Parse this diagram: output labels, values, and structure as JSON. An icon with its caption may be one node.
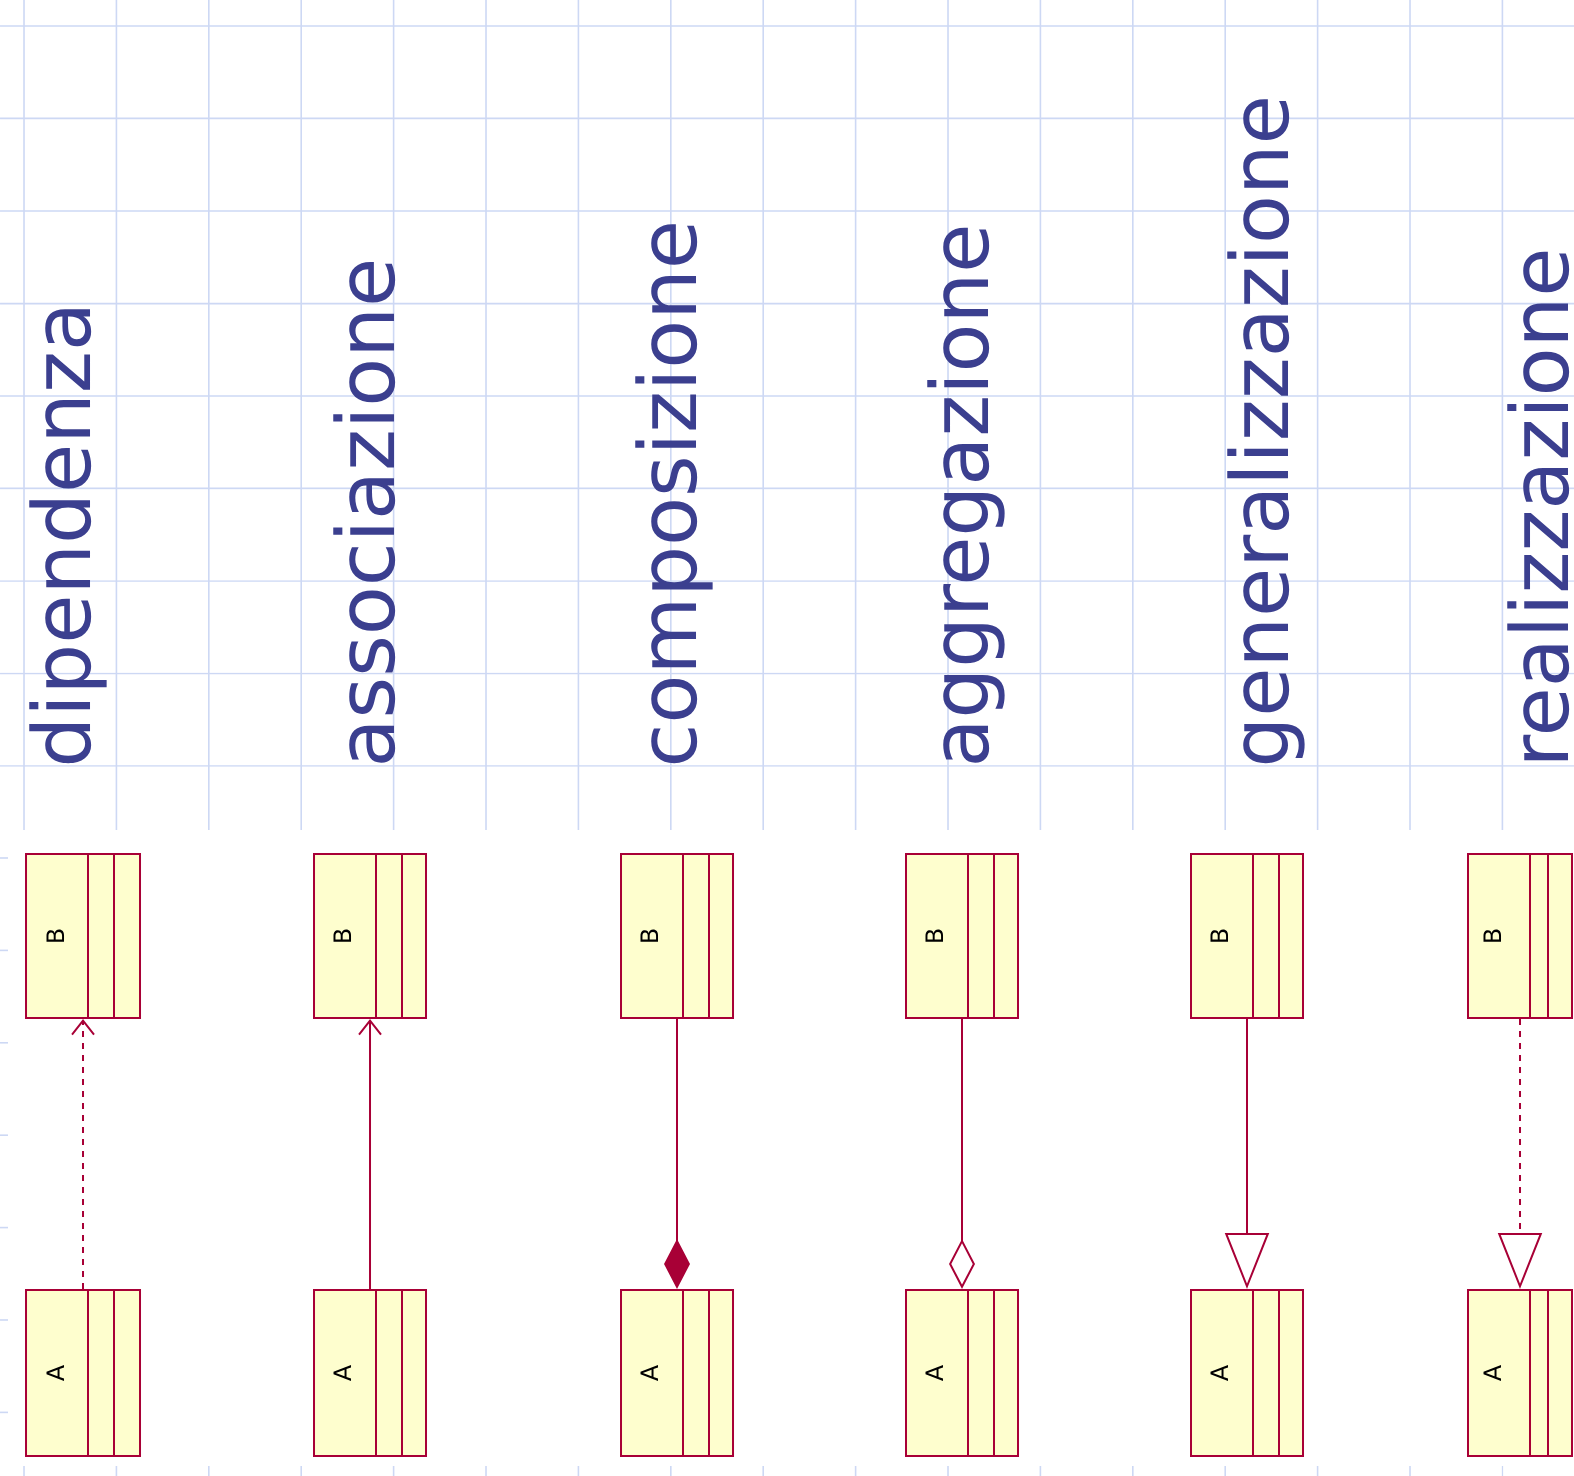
{
  "diagram": {
    "nodes": [
      {
        "text": [
          "B"
        ]
      },
      {
        "text": [
          "B"
        ]
      },
      {
        "text": [
          "B"
        ]
      },
      {
        "text": [
          "B"
        ]
      },
      {
        "text": [
          "B"
        ]
      },
      {
        "text": [
          "B"
        ]
      },
      {
        "text": [
          "A"
        ]
      },
      {
        "text": [
          "A"
        ]
      },
      {
        "text": [
          "A"
        ]
      },
      {
        "text": [
          "A"
        ]
      },
      {
        "text": [
          "A"
        ]
      },
      {
        "text": [
          "A"
        ]
      }
    ],
    "edges": [
      {
        "from": 6,
        "to": 0,
        "arrow": "to",
        "style": "dashed"
      },
      {
        "from": 7,
        "to": 1,
        "arrow": "to"
      },
      {
        "from": 2,
        "to": 8,
        "arrow": "other"
      },
      {
        "from": 3,
        "to": 9,
        "arrow": "other"
      },
      {
        "from": 4,
        "to": 10,
        "arrow": "to"
      },
      {
        "from": 5,
        "to": 11,
        "arrow": "to",
        "style": "dashed"
      }
    ],
    "labels": [
      "dipendenza",
      "associazione",
      "composizione",
      "aggregazione",
      "generalizzazione",
      "realizzazione"
    ]
  }
}
